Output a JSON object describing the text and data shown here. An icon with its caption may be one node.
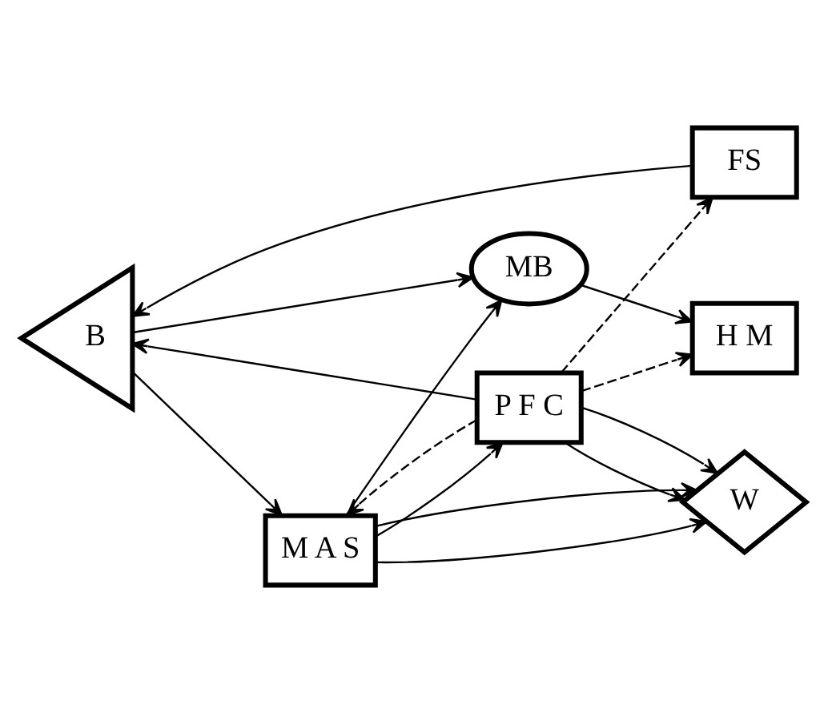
{
  "diagram": {
    "nodes": [
      {
        "text": [
          "H M"
        ]
      },
      {
        "text": [
          "MB"
        ]
      },
      {
        "text": [
          "FS"
        ]
      },
      {
        "text": [
          "P F C"
        ]
      },
      {
        "text": [
          "B"
        ]
      },
      {
        "text": [
          "M A S"
        ]
      },
      {
        "text": [
          "W"
        ]
      }
    ],
    "edges": [
      {
        "from": 1,
        "to": 0,
        "arrow": "to"
      },
      {
        "from": 3,
        "to": 0,
        "arrow": "to",
        "style": "dashed"
      },
      {
        "from": 3,
        "to": 2,
        "arrow": "to",
        "style": "dashed"
      },
      {
        "from": 3,
        "to": 5,
        "arrow": "to",
        "style": "dashed"
      },
      {
        "from": 2,
        "to": 4,
        "arrow": "to"
      },
      {
        "from": 3,
        "to": 4,
        "arrow": "to"
      },
      {
        "from": 4,
        "to": 1,
        "arrow": "to"
      },
      {
        "from": 4,
        "to": 5,
        "arrow": "to"
      },
      {
        "from": 5,
        "to": 1,
        "arrow": "to"
      },
      {
        "from": 5,
        "to": 3,
        "arrow": "to"
      },
      {
        "from": 3,
        "to": 6,
        "arrow": "to"
      },
      {
        "from": 3,
        "to": 6,
        "arrow": "to"
      },
      {
        "from": 5,
        "to": 6,
        "arrow": "to"
      },
      {
        "from": 5,
        "to": 6,
        "arrow": "to"
      }
    ]
  }
}
